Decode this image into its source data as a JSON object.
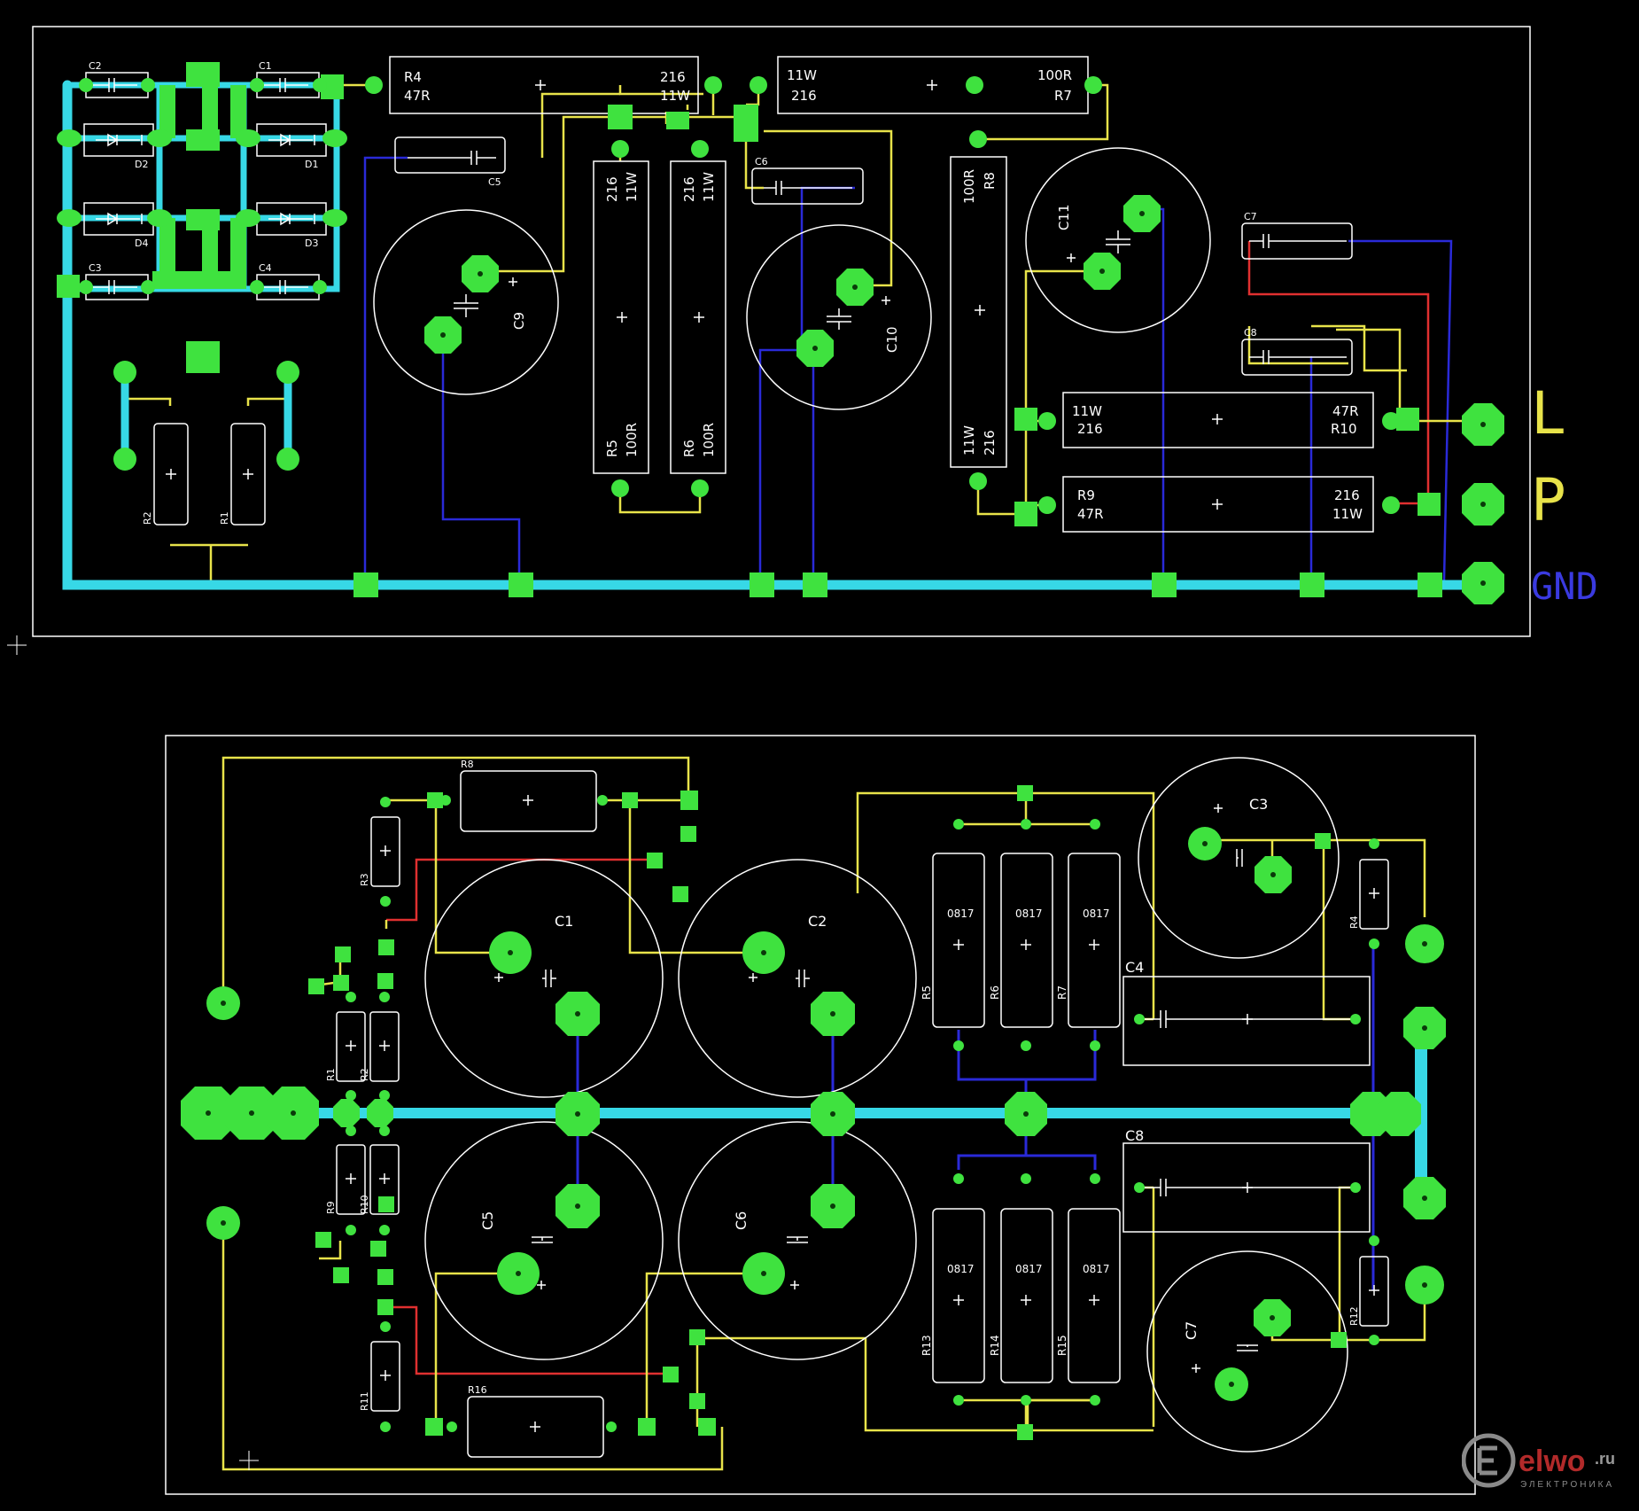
{
  "colors": {
    "background": "#000000",
    "outline": "#ffffff",
    "pad": "#3fe23f",
    "gnd_bus": "#37d8e6",
    "top_trace": "#e8e34a",
    "bottom_trace": "#2a2ad8",
    "red_trace": "#e03030",
    "gnd_label": "#3a3ae0",
    "lp_label": "#e8e34a"
  },
  "board1": {
    "labels": {
      "c1": "C1",
      "c2": "C2",
      "c3": "C3",
      "c4": "C4",
      "c5": "C5",
      "c6": "C6",
      "c7": "C7",
      "c8": "C8",
      "c9": "C9",
      "c10": "C10",
      "c11": "C11",
      "d1": "D1",
      "d2": "D2",
      "d3": "D3",
      "d4": "D4",
      "r1": "R1",
      "r2": "R2",
      "r4_name": "R4",
      "r4_val": "47R",
      "r4_code": "216",
      "r4_pow": "11W",
      "r7_pow": "11W",
      "r7_code": "216",
      "r7_val": "100R",
      "r7_name": "R7",
      "r5_code": "216",
      "r5_pow": "11W",
      "r5_name": "R5",
      "r5_val": "100R",
      "r6_code": "216",
      "r6_pow": "11W",
      "r6_name": "R6",
      "r6_val": "100R",
      "r8_val": "100R",
      "r8_name": "R8",
      "r8_pow": "11W",
      "r8_code": "216",
      "r10_pow": "11W",
      "r10_code": "216",
      "r10_val": "47R",
      "r10_name": "R10",
      "r9_name": "R9",
      "r9_val": "47R",
      "r9_code": "216",
      "r9_pow": "11W",
      "terminal_l": "L",
      "terminal_p": "P",
      "terminal_gnd": "GND"
    }
  },
  "board2": {
    "labels": {
      "c1": "C1",
      "c2": "C2",
      "c3": "C3",
      "c4": "C4",
      "c5": "C5",
      "c6": "C6",
      "c7": "C7",
      "c8": "C8",
      "r1": "R1",
      "r2": "R2",
      "r3": "R3",
      "r4": "R4",
      "r5": "R5",
      "r6": "R6",
      "r7": "R7",
      "r8": "R8",
      "r9": "R9",
      "r10": "R10",
      "r11": "R11",
      "r12": "R12",
      "r13": "R13",
      "r14": "R14",
      "r15": "R15",
      "r16": "R16",
      "res_code": "0817"
    }
  },
  "watermark": {
    "brand": "elwo",
    "tld": ".ru",
    "subtitle": "ЭЛЕКТРОНИКА"
  }
}
